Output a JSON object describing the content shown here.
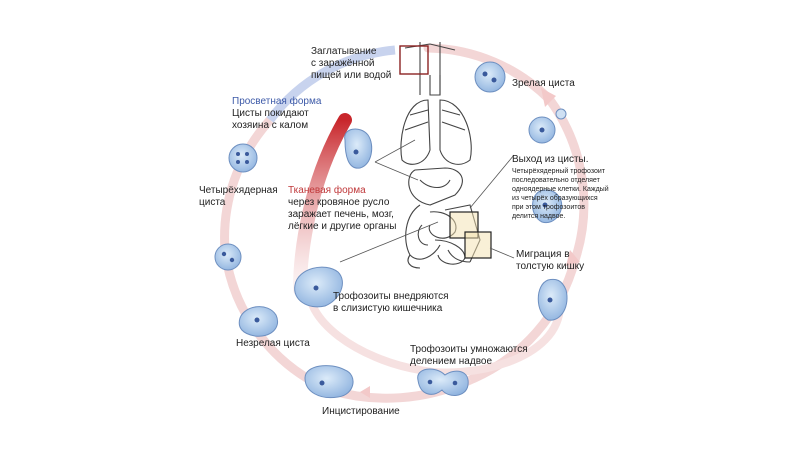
{
  "colors": {
    "cycle_ring": "#f3d6d6",
    "cycle_ring_blue": "#c8d3ee",
    "tissue_arrow": "#d64545",
    "cell_fill": "#a9c7e8",
    "cell_stroke": "#6d8fc0",
    "nucleus": "#3a5a9c",
    "organ_stroke": "#444444",
    "highlight_box": "#8b2323",
    "lumen_label": "#3d5aa8",
    "tissue_label": "#c0393b"
  },
  "icons": [
    "cyst-icon",
    "trophozoite-icon",
    "digestive-system-icon",
    "cycle-arrow-icon"
  ],
  "labels": {
    "ingestion": [
      "Заглатывание",
      "с заражённой",
      "пищей или водой"
    ],
    "mature_cyst": "Зрелая циста",
    "excystation_title": "Выход из цисты.",
    "excystation_desc": [
      "Четырёхядерный трофозоит",
      "последовательно отделяет",
      "одноядерные клетки. Каждый",
      "из четырёх образующихся",
      "при этом трофозоитов",
      "делится надвое."
    ],
    "migration": [
      "Миграция в",
      "толстую кишку"
    ],
    "multiply": [
      "Трофозоиты умножаются",
      "делением надвое"
    ],
    "encystation": "Инцистирование",
    "immature_cyst": "Незрелая циста",
    "invade": [
      "Трофозоиты внедряются",
      "в слизистую кишечника"
    ],
    "tetra_cyst": [
      "Четырёхядерная",
      "циста"
    ],
    "lumen_title": "Просветная форма",
    "lumen_desc": [
      "Цисты покидают",
      "хозяина с калом"
    ],
    "tissue_title": "Тканевая форма",
    "tissue_desc": [
      "через кровяное русло",
      "заражает печень, мозг,",
      "лёгкие и другие органы"
    ]
  }
}
